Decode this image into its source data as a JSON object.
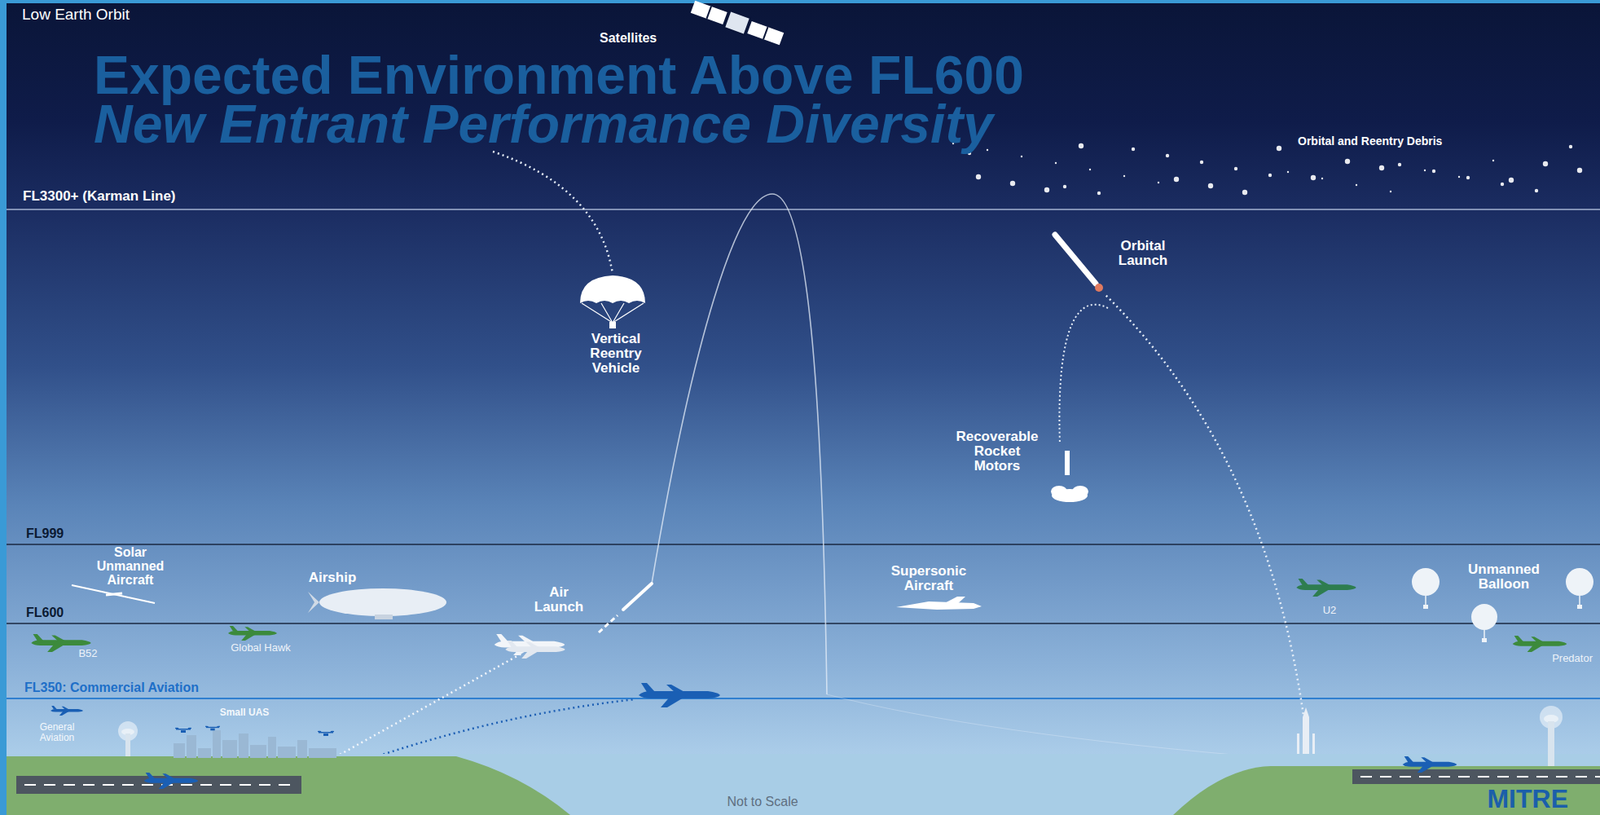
{
  "diagram": {
    "title": "Expected Environment Above FL600",
    "labels": [
      "Low Earth Orbit",
      "Satellites",
      "New Entrant Performance Diversity",
      "Orbital and Reentry Debris",
      "FL3300+ (Karman Line)",
      "Orbital Launch",
      "Vertical Reentry Vehicle",
      "Recoverable Rocket Motors",
      "FL999",
      "Solar Unmanned Aircraft",
      "Airship",
      "Air Launch",
      "Supersonic Aircraft",
      "Unmanned Balloon",
      "U2",
      "FL600",
      "B52",
      "Global Hawk",
      "Predator",
      "FL350: Commercial Aviation",
      "Small UAS",
      "General Aviation",
      "Not to Scale",
      "MITRE"
    ]
  }
}
